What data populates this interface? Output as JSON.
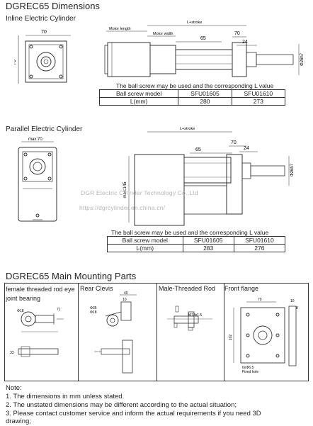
{
  "title": "DGREC65 Dimensions",
  "inline": {
    "heading": "Inline Electric Cylinder",
    "labels": {
      "motor_length": "Motor length",
      "motor_width": "Motor width",
      "l_stroke": "L+stroke",
      "d65": "65",
      "d70": "70",
      "d24": "24",
      "phi": "Φ26h7"
    },
    "caption": "The ball screw may be used and the corresponding L value",
    "table": {
      "rows": [
        [
          "Ball screw model",
          "SFU01605",
          "SFU01610"
        ],
        [
          "L(mm)",
          "280",
          "273"
        ]
      ]
    }
  },
  "parallel": {
    "heading": "Parallel Electric Cylinder",
    "labels": {
      "max70": "max:70",
      "l_stroke": "L+stroke",
      "d65": "65",
      "d70": "70",
      "d24": "24",
      "phi": "Φ26h7",
      "max145": "max:145"
    },
    "caption": "The ball screw may be used and the corresponding L value",
    "table": {
      "rows": [
        [
          "Ball screw model",
          "SFU01605",
          "SFU01610"
        ],
        [
          "L(mm)",
          "283",
          "276"
        ]
      ]
    }
  },
  "watermark": {
    "line1": "DGR Electric Cylinder Technology Co.,Ltd",
    "line2": "https://dgrcylinder.en.china.cn/"
  },
  "mounting": {
    "title": "DGREC65 Main Mounting Parts",
    "parts": [
      {
        "name": "female threaded rod eye joint bearing"
      },
      {
        "name": "Rear Clevis"
      },
      {
        "name": "Male-Threaded Rod"
      },
      {
        "name": "Front flange"
      }
    ],
    "dims": {
      "female": {
        "a": "Φ18",
        "b": "71",
        "c": "33"
      },
      "clevis": {
        "a": "40",
        "b": "10",
        "c": "Φ35",
        "d": "Φ18"
      },
      "male": {
        "a": "M18x1.5"
      },
      "flange": {
        "a": "70",
        "b": "10",
        "c": "8",
        "d": "102",
        "e": "6xΦ6.5",
        "f": "Fixed hole"
      }
    }
  },
  "note": {
    "heading": "Note:",
    "items": [
      "1. The dimensions in mm unless stated.",
      "2. The unstated dimensions may be different according to the actual situation;",
      "3. Please contact customer service and inform the actual requirements if you need 3D",
      "drawing;"
    ]
  }
}
